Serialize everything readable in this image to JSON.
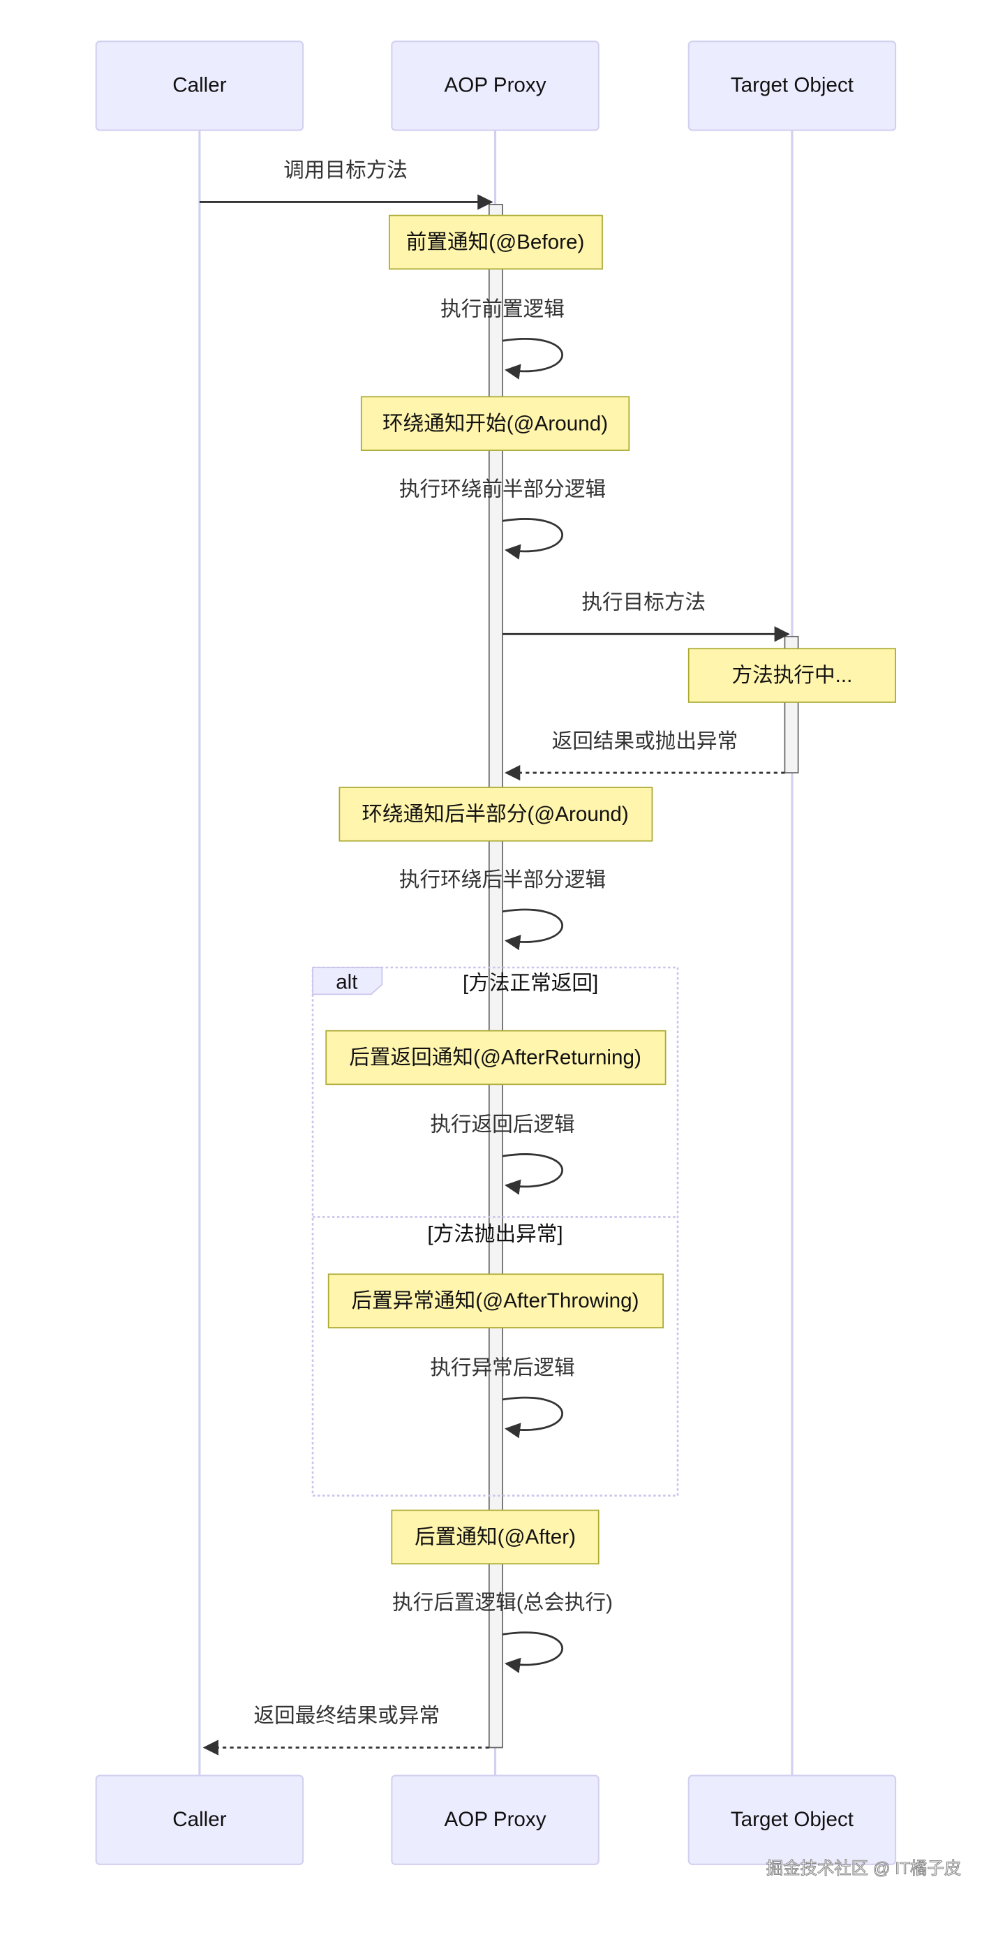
{
  "participants": [
    "Caller",
    "AOP Proxy",
    "Target Object"
  ],
  "messages": {
    "call": "调用目标方法",
    "before_self": "执行前置逻辑",
    "around_start_self": "执行环绕前半部分逻辑",
    "invoke_target": "执行目标方法",
    "return_target": "返回结果或抛出异常",
    "around_end_self": "执行环绕后半部分逻辑",
    "returning_self": "执行返回后逻辑",
    "throwing_self": "执行异常后逻辑",
    "after_self": "执行后置逻辑(总会执行)",
    "final_return": "返回最终结果或异常"
  },
  "notes": {
    "before": "前置通知(@Before)",
    "around_start": "环绕通知开始(@Around)",
    "executing": "方法执行中...",
    "around_end": "环绕通知后半部分(@Around)",
    "after_returning": "后置返回通知(@AfterReturning)",
    "after_throwing": "后置异常通知(@AfterThrowing)",
    "after": "后置通知(@After)"
  },
  "alt_block": {
    "keyword": "alt",
    "condition_1": "[方法正常返回]",
    "condition_2": "[方法抛出异常]"
  },
  "watermark": "掘金技术社区 @ IT橘子皮",
  "colors": {
    "actor_fill": "#ECECFF",
    "note_fill": "#FFF5AD",
    "note_border": "#AAAA33",
    "line": "#333333"
  }
}
